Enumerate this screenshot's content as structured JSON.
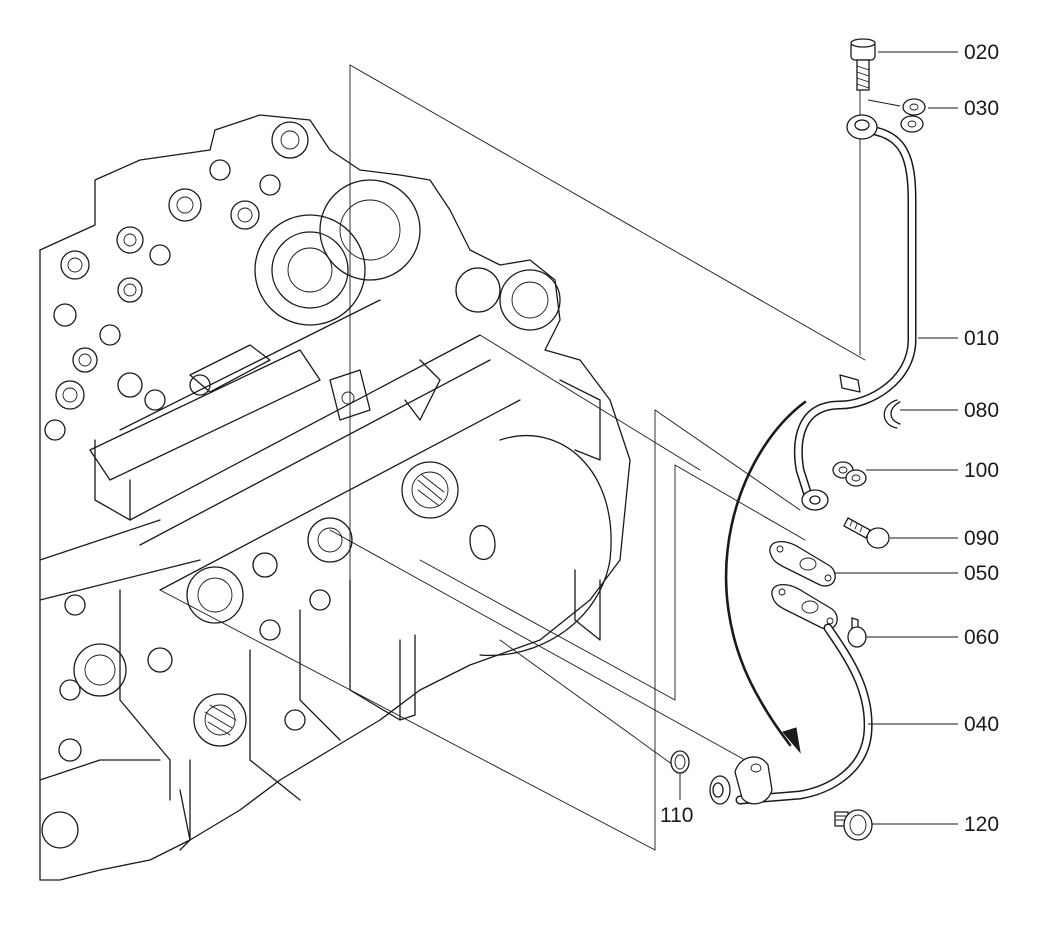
{
  "diagram": {
    "callouts": {
      "c020": "020",
      "c030": "030",
      "c010": "010",
      "c080": "080",
      "c100": "100",
      "c090": "090",
      "c050": "050",
      "c060": "060",
      "c040": "040",
      "c110": "110",
      "c120": "120"
    }
  }
}
